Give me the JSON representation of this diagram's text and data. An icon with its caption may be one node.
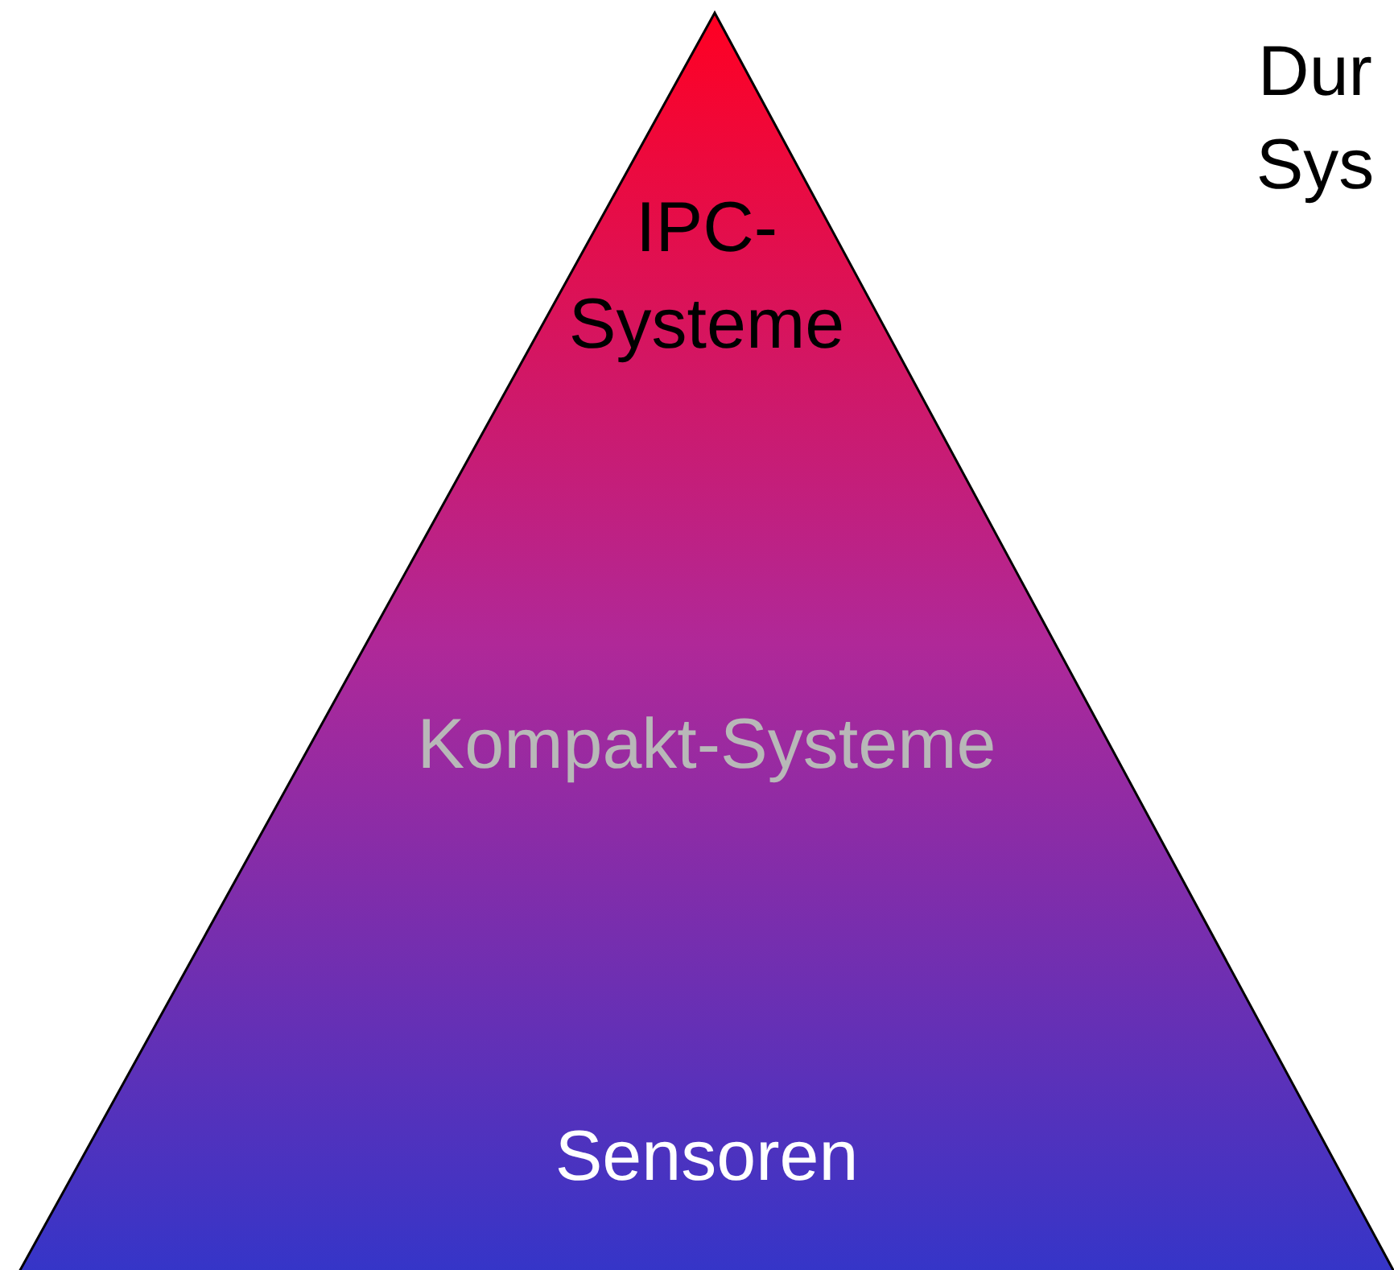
{
  "diagram": {
    "nodes": [
      {
        "text": [
          "IPC- Systeme",
          "Kompakt-Systeme",
          "Sensoren"
        ]
      }
    ],
    "labels": [
      "Dur Sys"
    ]
  }
}
